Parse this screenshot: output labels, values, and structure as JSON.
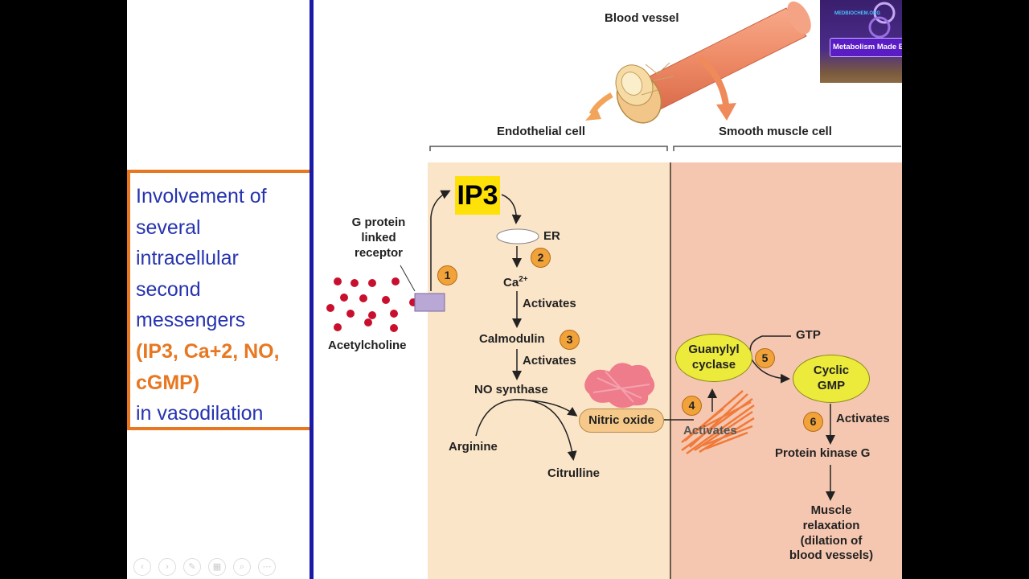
{
  "slide": {
    "text_box_lines": [
      "Involvement of",
      "several",
      "intracellular",
      "second",
      "messengers",
      " (IP3, Ca+2, NO,",
      "cGMP)",
      "in vasodilation"
    ]
  },
  "diagram": {
    "blood_vessel": "Blood vessel",
    "endothelial_cell": "Endothelial cell",
    "smooth_muscle_cell": "Smooth muscle cell",
    "ip3": "IP3",
    "g_protein_line1": "G protein",
    "g_protein_line2": "linked",
    "g_protein_line3": "receptor",
    "acetylcholine": "Acetylcholine",
    "er": "ER",
    "calcium": "Ca",
    "calcium_charge": "2+",
    "activates_1": "Activates",
    "calmodulin": "Calmodulin",
    "activates_2": "Activates",
    "no_synthase": "NO synthase",
    "arginine": "Arginine",
    "citrulline": "Citrulline",
    "nitric_oxide": "Nitric oxide",
    "activates_4": "Activates",
    "guanylyl_line1": "Guanylyl",
    "guanylyl_line2": "cyclase",
    "gtp": "GTP",
    "cgmp_line1": "Cyclic",
    "cgmp_line2": "GMP",
    "activates_6": "Activates",
    "protein_kinase_g": "Protein kinase G",
    "muscle_line1": "Muscle",
    "muscle_line2": "relaxation",
    "muscle_line3": "(dilation of",
    "muscle_line4": "blood vessels)",
    "step_labels": [
      "1",
      "2",
      "3",
      "4",
      "5",
      "6"
    ]
  },
  "logo": {
    "small_text": "MEDBIOCHEM.ORG",
    "tagline": "Metabolism Made Easy"
  },
  "toolbar": {
    "icons": [
      "back-icon",
      "forward-icon",
      "pen-icon",
      "slides-icon",
      "zoom-icon",
      "more-icon"
    ]
  },
  "colors": {
    "heading_blue": "#2633b0",
    "accent_orange": "#e87722",
    "endothelial_bg": "#fbe5c8",
    "smooth_muscle_bg": "#f6c7b0",
    "ip3_highlight": "#ffe10a",
    "enzyme_yellow": "#ecea3a",
    "badge_orange": "#f1a33a",
    "divider_blue": "#1a1aa8"
  }
}
